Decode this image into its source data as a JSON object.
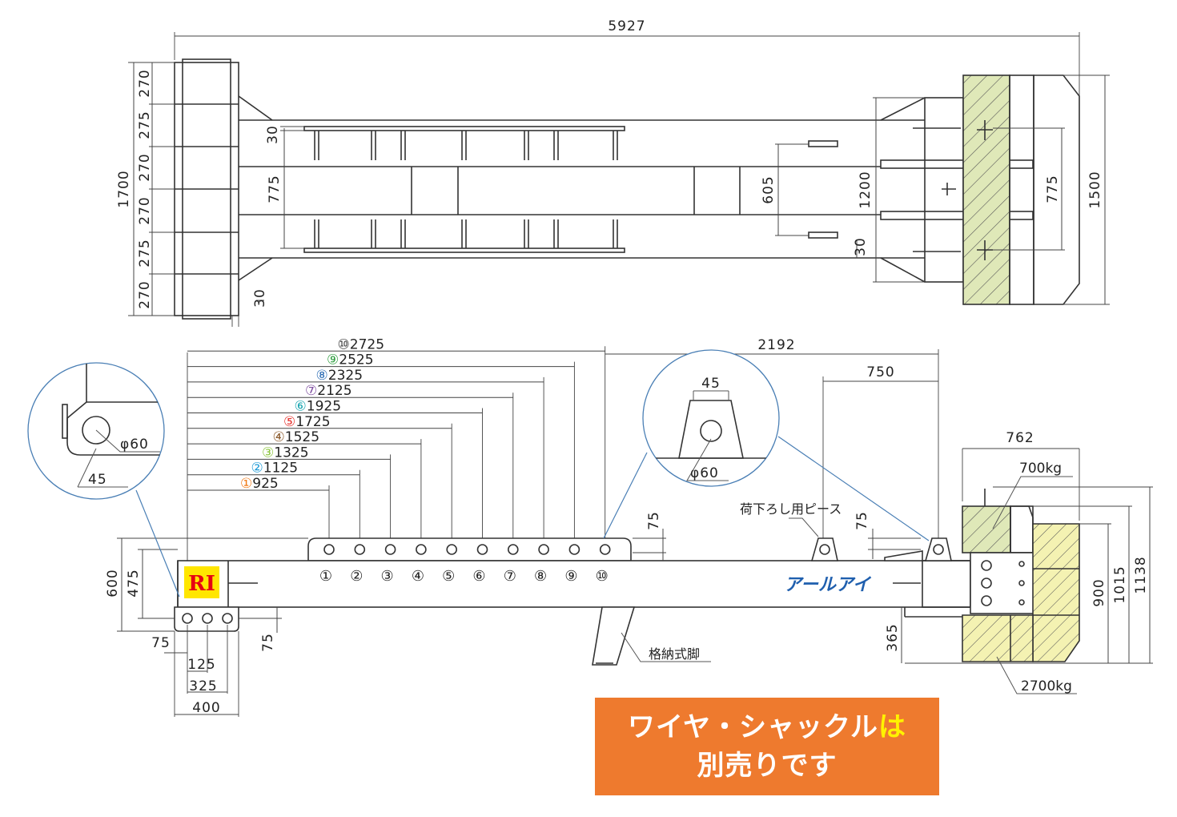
{
  "top_view": {
    "overall_length": "5927",
    "left_stack": [
      "270",
      "275",
      "270",
      "270",
      "275",
      "270"
    ],
    "left_total": "1700",
    "left_bottom": "30",
    "inner_30_top": "30",
    "inner_775": "775",
    "mid_605": "605",
    "right_1200": "1200",
    "right_30": "30",
    "right_775": "775",
    "right_1500": "1500"
  },
  "side_view": {
    "hole_offsets": [
      {
        "num": "①",
        "value": "925",
        "color": "#f07c1a"
      },
      {
        "num": "②",
        "value": "1125",
        "color": "#1d9ad6"
      },
      {
        "num": "③",
        "value": "1325",
        "color": "#8cc63e"
      },
      {
        "num": "④",
        "value": "1525",
        "color": "#8b5a2b"
      },
      {
        "num": "⑤",
        "value": "1725",
        "color": "#e5322d"
      },
      {
        "num": "⑥",
        "value": "1925",
        "color": "#18a5b0"
      },
      {
        "num": "⑦",
        "value": "2125",
        "color": "#7f4fa0"
      },
      {
        "num": "⑧",
        "value": "2325",
        "color": "#2f6fb6"
      },
      {
        "num": "⑨",
        "value": "2525",
        "color": "#2e9d3f"
      },
      {
        "num": "⑩",
        "value": "2725",
        "color": "#333333"
      }
    ],
    "dim_2192": "2192",
    "dim_750": "750",
    "dim_762": "762",
    "dim_75_top": "75",
    "dim_75_right": "75",
    "dim_600": "600",
    "dim_475": "475",
    "dim_75_left": "75",
    "dim_75_bottom": "75",
    "dim_125": "125",
    "dim_325": "325",
    "dim_400": "400",
    "dim_365": "365",
    "dim_900": "900",
    "dim_1015": "1015",
    "dim_1138": "1138",
    "weight_upper": "700kg",
    "weight_lower": "2700kg",
    "brand_logo": "RI",
    "brand_name": "アールアイ",
    "label_lifting_piece": "荷下ろし用ピース",
    "label_folding_leg": "格納式脚"
  },
  "detail_left": {
    "diameter": "φ60",
    "angle": "45"
  },
  "detail_right": {
    "top": "45",
    "diameter": "φ60"
  },
  "notice": {
    "line1_a": "ワイヤ",
    "line1_b": "・",
    "line1_c": "シャックル",
    "line1_d": "は",
    "line2": "別売りです"
  },
  "colors": {
    "orange_box": "#ee7a2e",
    "yellow_text": "#fff200",
    "weight_green": "#dfe8b8",
    "weight_yellow": "#f4f2b2",
    "circle_blue": "#4a7fb5",
    "logo_bg": "#ffe600",
    "logo_text": "#e60012"
  }
}
